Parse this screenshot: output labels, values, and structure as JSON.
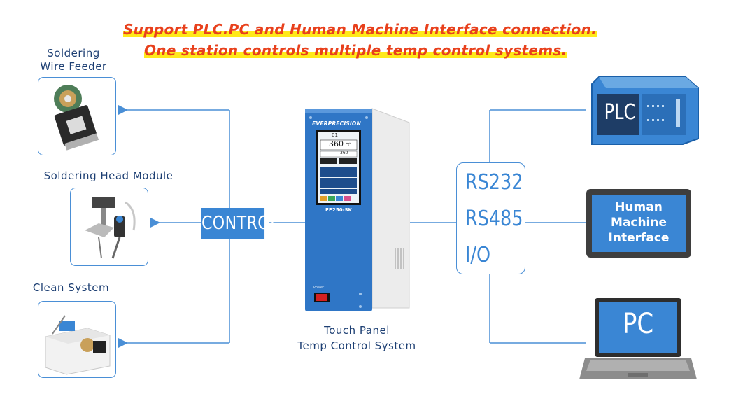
{
  "headline": {
    "line1": "Support PLC.PC and Human Machine Interface connection.",
    "line2": "One station controls multiple temp control systems."
  },
  "modules": {
    "feeder_label": "Soldering\nWire Feeder",
    "head_label": "Soldering Head Module",
    "clean_label": "Clean System"
  },
  "control_label": "CONTROL",
  "device": {
    "brand": "EVERPRECISION",
    "model": "EP250-SK",
    "channel": "01",
    "temperature": "360",
    "temp_unit": "℃",
    "set_temp": "360",
    "power_label": "Power",
    "caption_line1": "Touch Panel",
    "caption_line2": "Temp Control System"
  },
  "comm": {
    "items": [
      "RS232",
      "RS485",
      "I/O"
    ]
  },
  "targets": {
    "plc_label": "PLC",
    "hmi_label": "Human\nMachine\nInterface",
    "pc_label": "PC"
  },
  "colors": {
    "accent": "#3a86d4",
    "headline": "#e8401c",
    "highlight": "#ffe91a",
    "label": "#1d3f73"
  }
}
